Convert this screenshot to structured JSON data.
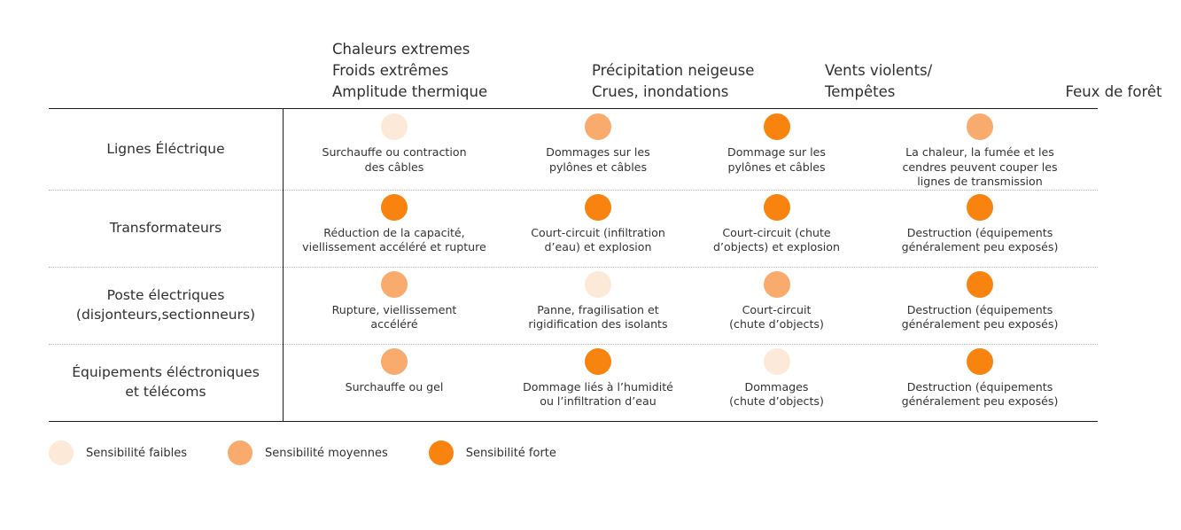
{
  "colors": {
    "faible": "#fce9d7",
    "moyenne": "#f9ab6d",
    "forte": "#f9830f",
    "rule": "#1c1c1c",
    "dotted_rule": "#b6b6b6",
    "text": "#2f2f2f"
  },
  "matrix": {
    "corner_header": "",
    "column_headers": [
      "Chaleurs extremes\nFroids extrêmes\nAmplitude thermique",
      "Précipitation neigeuse\nCrues, inondations",
      "Vents violents/\nTempêtes",
      "Feux de forêt"
    ],
    "rows": [
      {
        "label": "Lignes Éléctrique",
        "cells": [
          {
            "level": "faible",
            "text": "Surchauffe ou contraction\ndes câbles"
          },
          {
            "level": "moyenne",
            "text": "Dommages sur les\npylônes et câbles"
          },
          {
            "level": "forte",
            "text": "Dommage sur les\npylônes et câbles"
          },
          {
            "level": "moyenne",
            "text": "La chaleur, la fumée et les\ncendres peuvent couper les\nlignes de transmission"
          }
        ]
      },
      {
        "label": "Transformateurs",
        "cells": [
          {
            "level": "forte",
            "text": "Réduction de la capacité,\nviellissement accéléré et rupture"
          },
          {
            "level": "forte",
            "text": "Court-circuit (infiltration\nd’eau) et explosion"
          },
          {
            "level": "forte",
            "text": "Court-circuit (chute\nd’objects) et explosion"
          },
          {
            "level": "forte",
            "text": "Destruction (équipements\ngénéralement peu exposés)"
          }
        ]
      },
      {
        "label": "Poste électriques\n(disjonteurs,sectionneurs)",
        "cells": [
          {
            "level": "moyenne",
            "text": "Rupture, viellissement\naccéléré"
          },
          {
            "level": "faible",
            "text": "Panne, fragilisation et\nrigidification des isolants"
          },
          {
            "level": "moyenne",
            "text": "Court-circuit\n(chute d’objects)"
          },
          {
            "level": "forte",
            "text": "Destruction (équipements\ngénéralement peu exposés)"
          }
        ]
      },
      {
        "label": "Équipements éléctroniques\net télécoms",
        "cells": [
          {
            "level": "moyenne",
            "text": "Surchauffe ou gel"
          },
          {
            "level": "forte",
            "text": "Dommage liés à l’humidité\nou l’infiltration d’eau"
          },
          {
            "level": "faible",
            "text": "Dommages\n(chute d’objects)"
          },
          {
            "level": "forte",
            "text": "Destruction (équipements\ngénéralement peu exposés)"
          }
        ]
      }
    ]
  },
  "legend": {
    "items": [
      {
        "level": "faible",
        "label": "Sensibilité faibles"
      },
      {
        "level": "moyenne",
        "label": "Sensibilité moyennes"
      },
      {
        "level": "forte",
        "label": "Sensibilité forte"
      }
    ]
  }
}
